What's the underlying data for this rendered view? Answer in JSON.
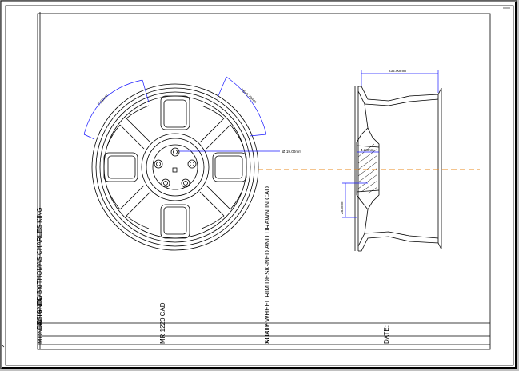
{
  "title_block": {
    "author_line_1": "MONTAGUE FAYEN",
    "author_line_2": "DESIGNED BY THOMAS CHARLES KING",
    "course": "MR 1220 CAD",
    "project_line_1": "ALLOY WHEEL RIM DESIGNED AND DRAWN IN CAD",
    "project_line_2": "SCALE:",
    "date_label": "DATE:"
  },
  "dimensions": {
    "window_arc": "7.61mm",
    "spoke_arc": "7.6+6.79mm",
    "center_bore": "Ø 19.00mm",
    "overall_width": "234.00mm",
    "hub_depth": "4.26mm",
    "offset_height": "28.5mm"
  },
  "colors": {
    "centerline": "#e8891e",
    "dimension_line": "#1a1aff",
    "ink": "#000000"
  }
}
